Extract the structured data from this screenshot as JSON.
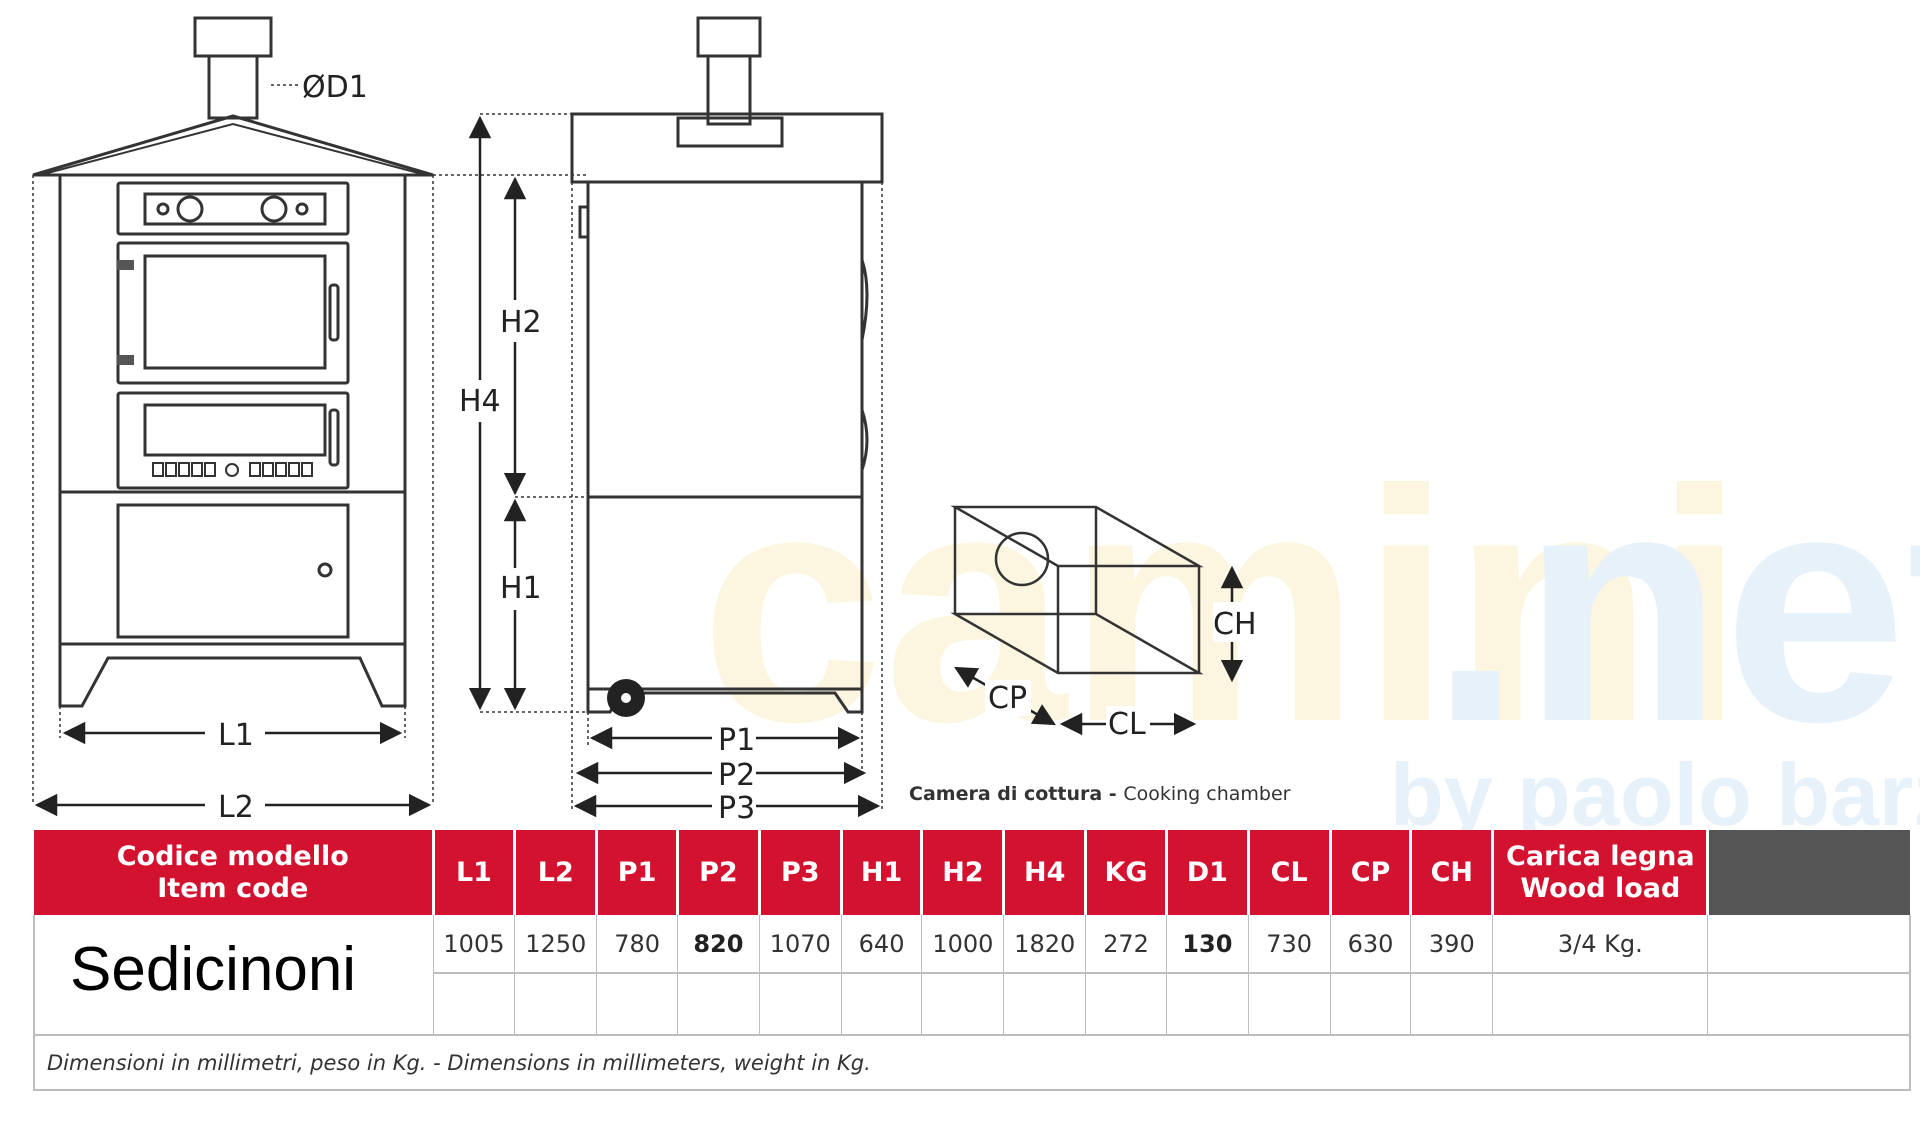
{
  "watermark": {
    "main": "camini",
    "tld": ".net",
    "byline": "by paolo barzotti"
  },
  "labels": {
    "d1": "ØD1",
    "l1": "L1",
    "l2": "L2",
    "h1": "H1",
    "h2": "H2",
    "h4": "H4",
    "p1": "P1",
    "p2": "P2",
    "p3": "P3",
    "ch": "CH",
    "cp": "CP",
    "cl": "CL"
  },
  "chamber_caption": {
    "it": "Camera di cottura",
    "sep": " - ",
    "en": "Cooking chamber"
  },
  "table": {
    "name_header": [
      "Codice modello",
      "Item code"
    ],
    "columns": [
      "L1",
      "L2",
      "P1",
      "P2",
      "P3",
      "H1",
      "H2",
      "H4",
      "KG",
      "D1",
      "CL",
      "CP",
      "CH"
    ],
    "load_header": [
      "Carica legna",
      "Wood load"
    ],
    "model": "Sedicinoni",
    "values": [
      "1005",
      "1250",
      "780",
      "820",
      "1070",
      "640",
      "1000",
      "1820",
      "272",
      "130",
      "730",
      "630",
      "390"
    ],
    "load": "3/4 Kg.",
    "footer": "Dimensioni in millimetri, peso in Kg.   - Dimensions in millimeters, weight in Kg."
  },
  "colors": {
    "header_red": "#d3122f",
    "header_grey": "#555555",
    "line": "#333333"
  }
}
